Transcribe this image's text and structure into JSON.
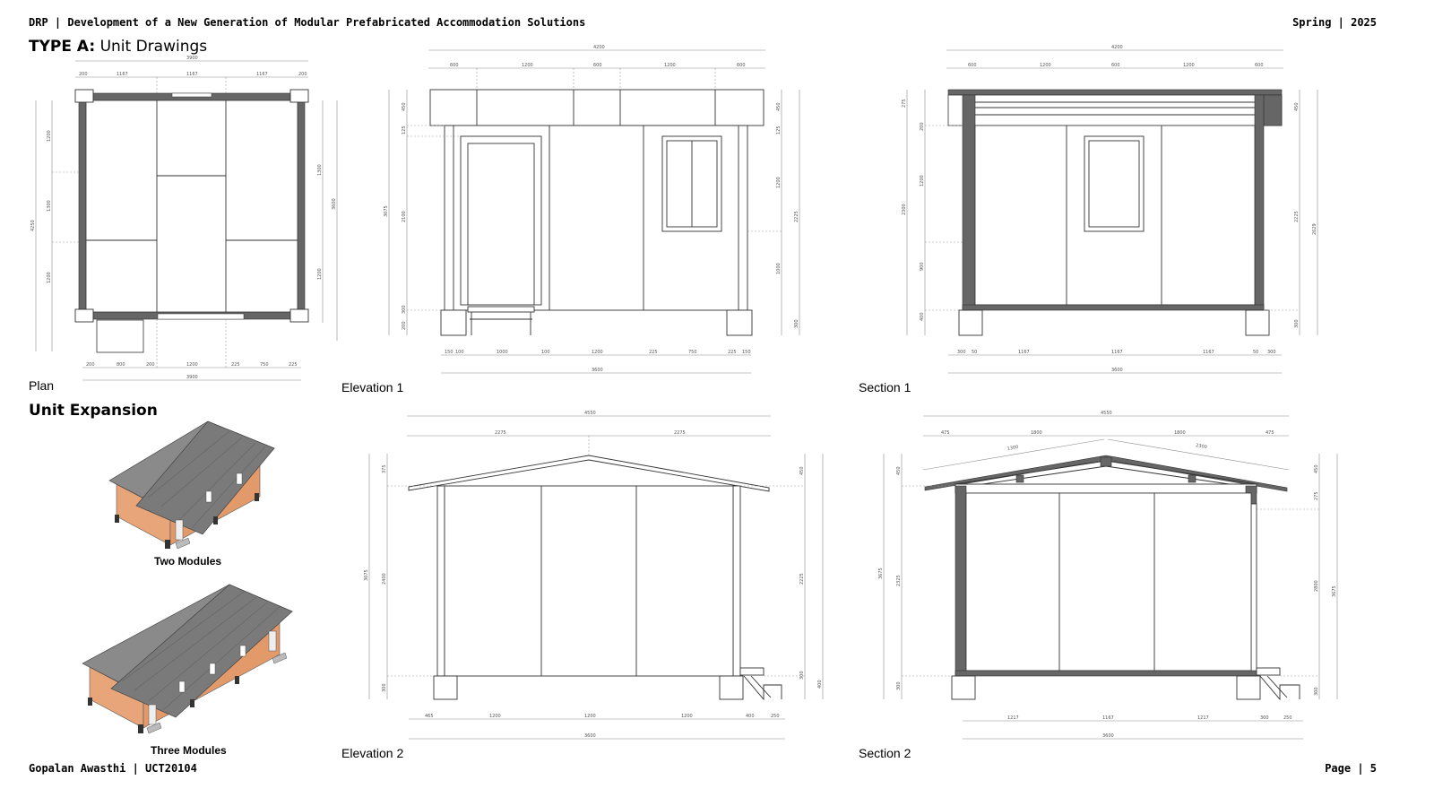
{
  "header": {
    "left": "DRP | Development of a New Generation of Modular Prefabricated Accommodation Solutions",
    "right": "Spring | 2025"
  },
  "footer": {
    "left": "Gopalan Awasthi | UCT20104",
    "right": "Page | 5"
  },
  "section_title": {
    "bold": "TYPE A:",
    "rest": " Unit Drawings"
  },
  "expansion_title": "Unit Expansion",
  "captions": {
    "plan": "Plan",
    "elevation1": "Elevation 1",
    "section1": "Section 1",
    "elevation2": "Elevation 2",
    "section2": "Section 2",
    "two_modules": "Two Modules",
    "three_modules": "Three Modules"
  },
  "dims": {
    "plan": {
      "top_total": "3900",
      "top_segments": [
        "200",
        "1167",
        "1167",
        "1167",
        "200"
      ],
      "left_total": "4250",
      "left_segments": [
        "1200",
        "1300",
        "1200"
      ],
      "right_segments": [
        "1300",
        "1200"
      ],
      "right_total": "3600",
      "bottom_segments": [
        "200",
        "800",
        "200",
        "1200",
        "225",
        "750",
        "225"
      ],
      "bottom_total": "3900"
    },
    "elevation1": {
      "top_total": "4200",
      "top_segments": [
        "600",
        "1200",
        "600",
        "1200",
        "600"
      ],
      "left": [
        "450",
        "125",
        "2100",
        "3075",
        "300",
        "200"
      ],
      "right": [
        "450",
        "125",
        "1200",
        "2225",
        "1000",
        "300"
      ],
      "bottom_segments": [
        "150",
        "100",
        "1000",
        "100",
        "1200",
        "225",
        "750",
        "225",
        "150"
      ],
      "bottom_total": "3600"
    },
    "section1": {
      "top_total": "4200",
      "top_segments": [
        "600",
        "1200",
        "600",
        "1200",
        "600"
      ],
      "left": [
        "275",
        "200",
        "1200",
        "2300",
        "900",
        "400"
      ],
      "right": [
        "450",
        "2225",
        "2629",
        "300"
      ],
      "bottom_segments": [
        "300",
        "50",
        "1167",
        "1167",
        "1167",
        "50",
        "300"
      ],
      "bottom_total": "3600"
    },
    "elevation2": {
      "top_total": "4550",
      "top_segments": [
        "2275",
        "2275"
      ],
      "left": [
        "375",
        "2400",
        "3075",
        "300"
      ],
      "right": [
        "450",
        "2225",
        "300",
        "400"
      ],
      "bottom_segments": [
        "465",
        "1200",
        "1200",
        "1200",
        "400",
        "250"
      ],
      "bottom_total": "3600"
    },
    "section2": {
      "top_total": "4550",
      "top_segments": [
        "475",
        "1800",
        "1800",
        "475"
      ],
      "rafter": [
        "1300",
        "2300"
      ],
      "left": [
        "450",
        "2325",
        "3675",
        "300"
      ],
      "right": [
        "450",
        "275",
        "2800",
        "3675",
        "300"
      ],
      "bottom_segments": [
        "1217",
        "1167",
        "1217",
        "300",
        "250"
      ],
      "bottom_total": "3600"
    }
  },
  "colors": {
    "wall": "#666666",
    "facade": "#e8a57a",
    "roof": "#7a7a7a"
  }
}
